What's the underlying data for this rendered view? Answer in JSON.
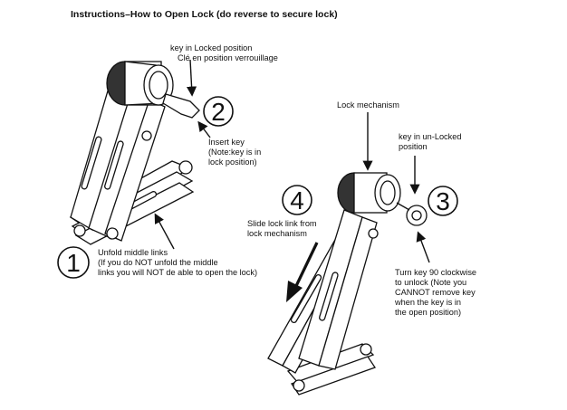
{
  "title": "Instructions–How to Open Lock (do reverse to secure lock)",
  "steps": [
    {
      "number": "1",
      "lines": [
        "Unfold middle links",
        "(If you do NOT unfold the middle",
        "links you will NOT de able to open the lock)"
      ]
    },
    {
      "number": "2",
      "lines": [
        "Insert key",
        "(Note:key is in",
        "lock position)"
      ]
    },
    {
      "number": "3",
      "lines": [
        "Turn key 90 clockwise",
        "to unlock (Note you",
        "CANNOT remove key",
        "when the key is in",
        "the open position)"
      ]
    },
    {
      "number": "4",
      "lines": [
        "Slide lock link from",
        "lock mechanism"
      ]
    }
  ],
  "callouts": {
    "key_locked": [
      "key in Locked position",
      "Clé en position verrouillage"
    ],
    "lock_mechanism": "Lock mechanism",
    "key_unlocked": [
      "key in un-Locked",
      "position"
    ]
  },
  "colors": {
    "ink": "#111111",
    "background": "#ffffff"
  }
}
